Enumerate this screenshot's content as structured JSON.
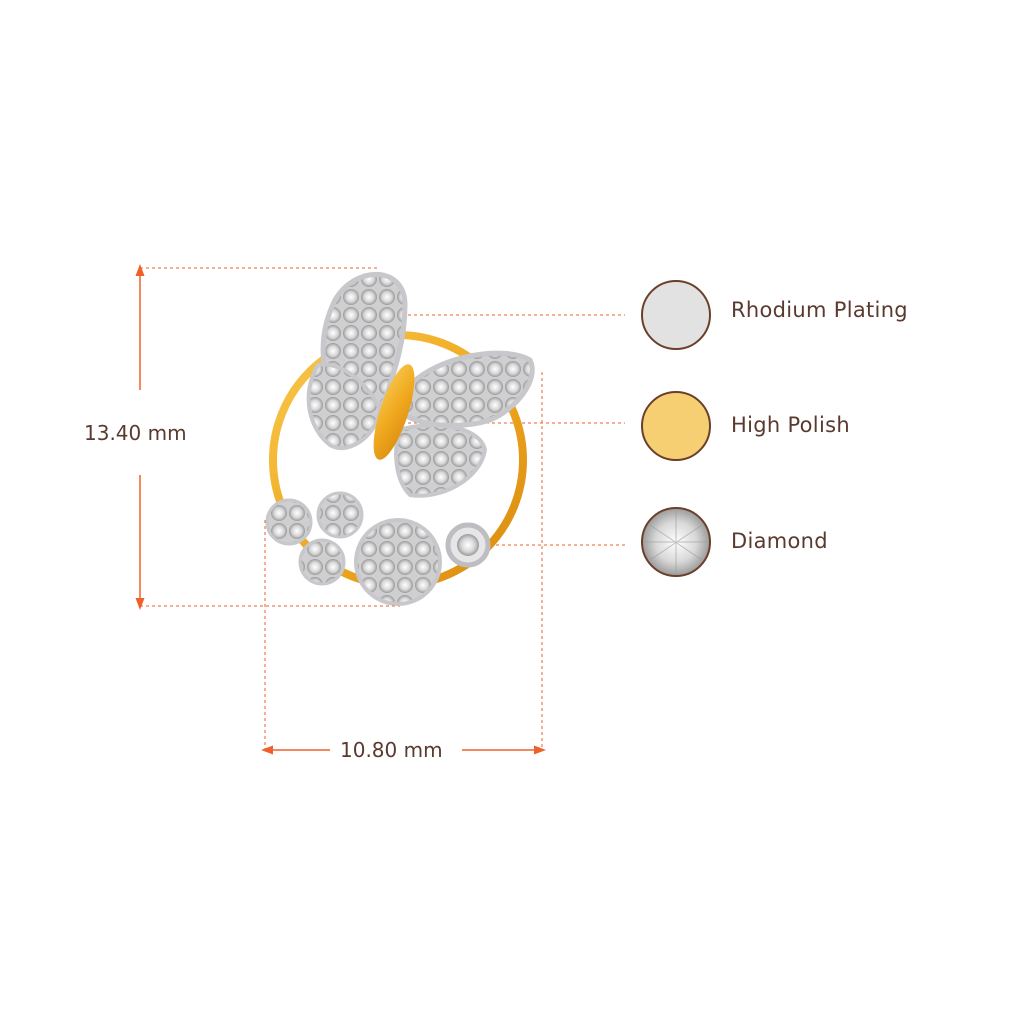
{
  "dimensions": {
    "height_label": "13.40 mm",
    "width_label": "10.80 mm"
  },
  "legend": [
    {
      "label": "Rhodium Plating",
      "swatch_color": "#e2e2e2",
      "icon": "rhodium-swatch"
    },
    {
      "label": "High Polish",
      "swatch_color": "#f6cf72",
      "icon": "gold-swatch"
    },
    {
      "label": "Diamond",
      "swatch_color": "#dcdcdc",
      "icon": "diamond-swatch"
    }
  ],
  "colors": {
    "dimension_line": "#f0602a",
    "text": "#5a3a2e",
    "swatch_border": "#6b3f2a",
    "gold": "#f2b233"
  }
}
